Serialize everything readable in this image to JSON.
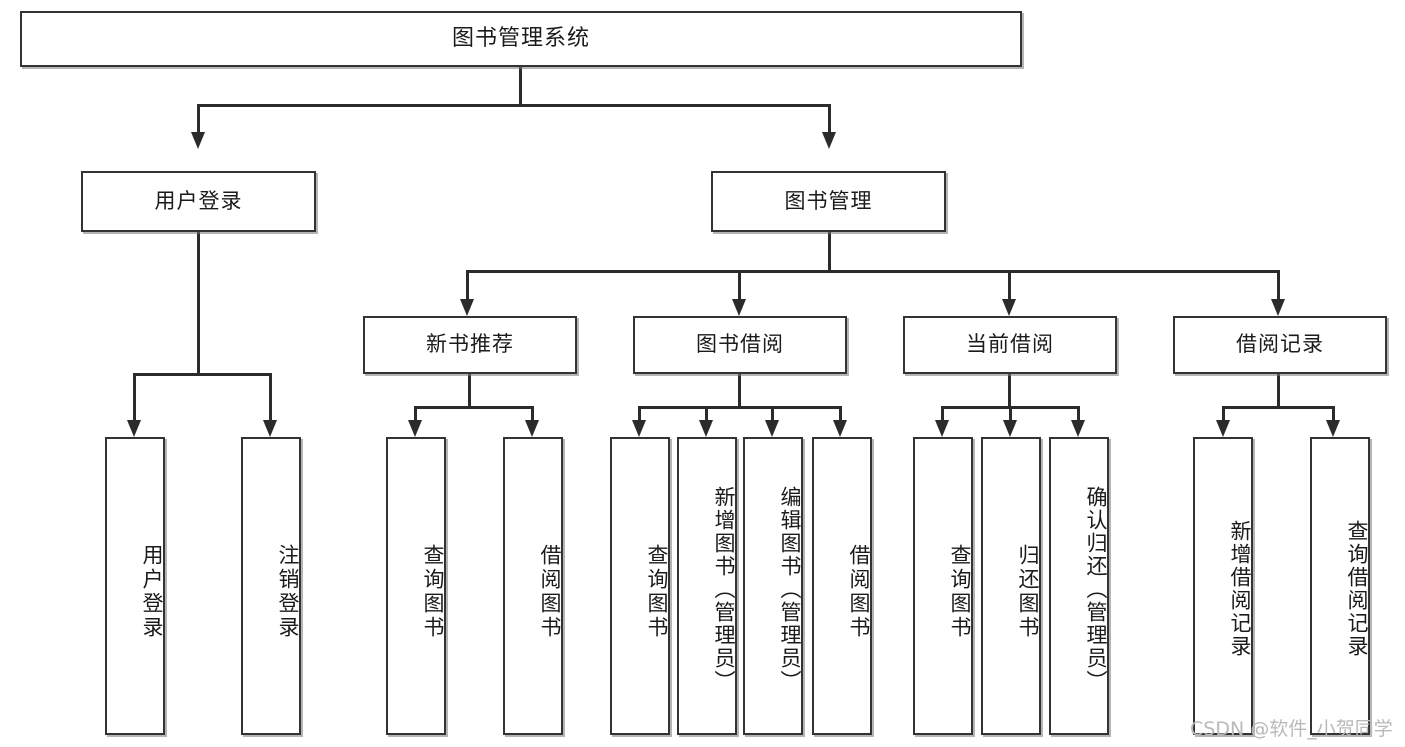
{
  "diagram": {
    "title": "图书管理系统",
    "watermark": "CSDN @软件_小贺同学",
    "colors": {
      "box_border": "#333333",
      "connector": "#2b2b2b",
      "background": "#ffffff",
      "watermark": "#b9b9b9"
    },
    "levels": {
      "level1": [
        {
          "label": "图书管理系统"
        }
      ],
      "level2": [
        {
          "label": "用户登录"
        },
        {
          "label": "图书管理"
        }
      ],
      "level3": [
        {
          "label": "新书推荐"
        },
        {
          "label": "图书借阅"
        },
        {
          "label": "当前借阅"
        },
        {
          "label": "借阅记录"
        }
      ],
      "leaves": {
        "user_login": [
          {
            "label": "用户登录"
          },
          {
            "label": "注销登录"
          }
        ],
        "new_book_recommend": [
          {
            "label": "查询图书"
          },
          {
            "label": "借阅图书"
          }
        ],
        "book_borrow": [
          {
            "label": "查询图书"
          },
          {
            "label": "新增图书（管理员）"
          },
          {
            "label": "编辑图书（管理员）"
          },
          {
            "label": "借阅图书"
          }
        ],
        "current_borrow": [
          {
            "label": "查询图书"
          },
          {
            "label": "归还图书"
          },
          {
            "label": "确认归还（管理员）"
          }
        ],
        "borrow_record": [
          {
            "label": "新增借阅记录"
          },
          {
            "label": "查询借阅记录"
          }
        ]
      }
    }
  }
}
